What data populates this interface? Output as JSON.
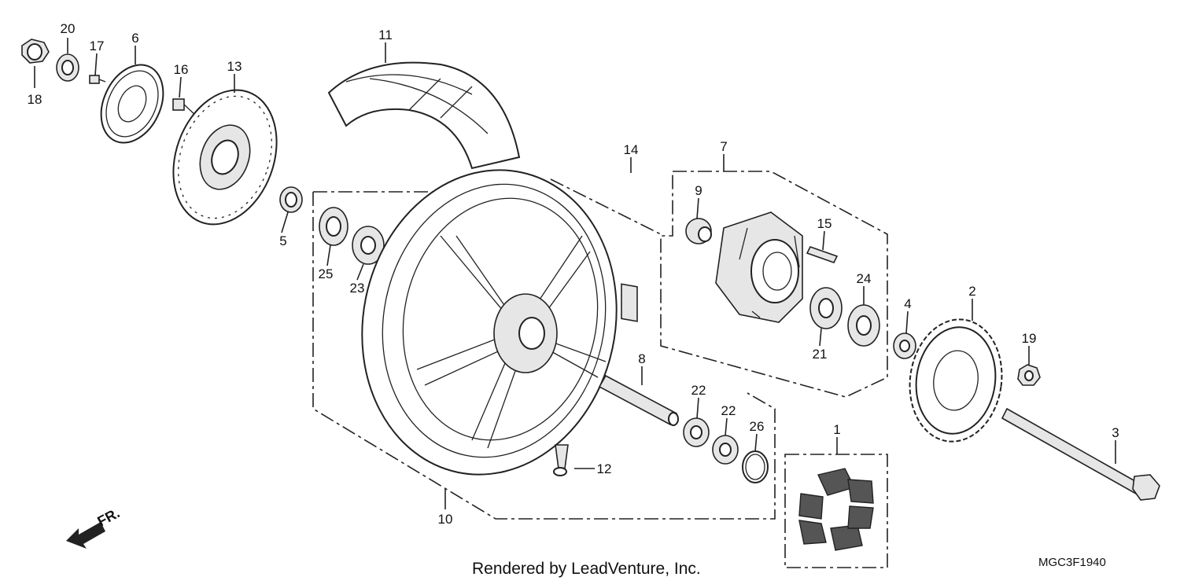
{
  "diagram": {
    "credit": "Rendered by LeadVenture, Inc.",
    "drawing_code": "MGC3F1940",
    "direction_label": "FR.",
    "callouts": [
      "1",
      "2",
      "3",
      "4",
      "5",
      "6",
      "7",
      "8",
      "9",
      "10",
      "11",
      "12",
      "13",
      "14",
      "15",
      "16",
      "17",
      "18",
      "19",
      "20",
      "21",
      "22",
      "22",
      "23",
      "24",
      "25",
      "26"
    ]
  }
}
